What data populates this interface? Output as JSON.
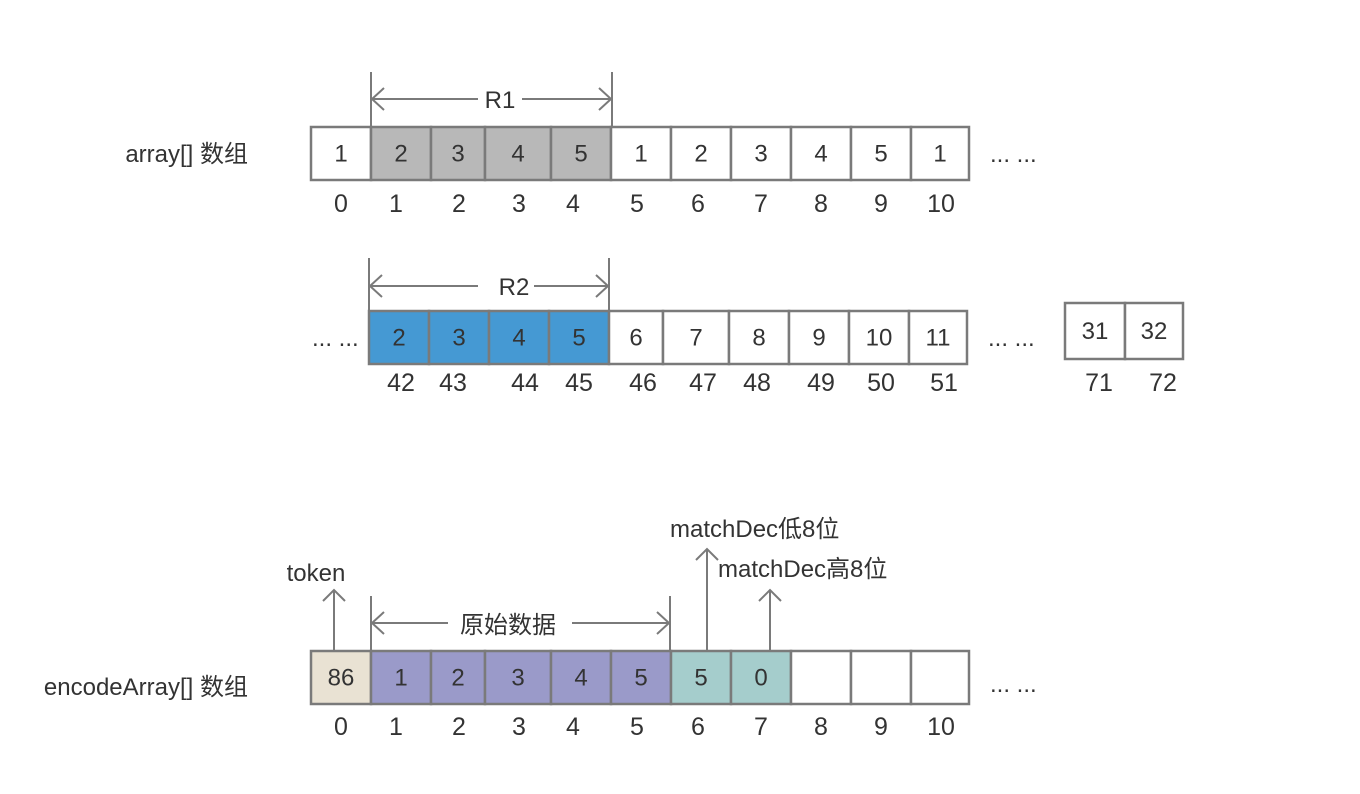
{
  "colors": {
    "white": "#ffffff",
    "gray": "#b8b8b8",
    "blue": "#4599d3",
    "beige": "#e9e2d3",
    "purple": "#9a9ac9",
    "teal": "#a5cdcc",
    "border": "#7a7a7a",
    "text": "#333333"
  },
  "row1": {
    "label": "array[] 数组",
    "range_label": "R1",
    "cells": [
      {
        "value": "1",
        "index": "0",
        "color": "white"
      },
      {
        "value": "2",
        "index": "1",
        "color": "gray"
      },
      {
        "value": "3",
        "index": "2",
        "color": "gray"
      },
      {
        "value": "4",
        "index": "3",
        "color": "gray"
      },
      {
        "value": "5",
        "index": "4",
        "color": "gray"
      },
      {
        "value": "1",
        "index": "5",
        "color": "white"
      },
      {
        "value": "2",
        "index": "6",
        "color": "white"
      },
      {
        "value": "3",
        "index": "7",
        "color": "white"
      },
      {
        "value": "4",
        "index": "8",
        "color": "white"
      },
      {
        "value": "5",
        "index": "9",
        "color": "white"
      },
      {
        "value": "1",
        "index": "10",
        "color": "white"
      }
    ],
    "ellipsis": "... ..."
  },
  "row2": {
    "leading_ellipsis": "... ...",
    "range_label": "R2",
    "cells": [
      {
        "value": "2",
        "index": "42",
        "color": "blue"
      },
      {
        "value": "3",
        "index": "43",
        "color": "blue"
      },
      {
        "value": "4",
        "index": "44",
        "color": "blue"
      },
      {
        "value": "5",
        "index": "45",
        "color": "blue"
      },
      {
        "value": "6",
        "index": "46",
        "color": "white"
      },
      {
        "value": "7",
        "index": "47",
        "color": "white"
      },
      {
        "value": "8",
        "index": "48",
        "color": "white"
      },
      {
        "value": "9",
        "index": "49",
        "color": "white"
      },
      {
        "value": "10",
        "index": "50",
        "color": "white"
      },
      {
        "value": "11",
        "index": "51",
        "color": "white"
      }
    ],
    "ellipsis": "... ...",
    "tail_cells": [
      {
        "value": "31",
        "index": "71",
        "color": "white"
      },
      {
        "value": "32",
        "index": "72",
        "color": "white"
      }
    ]
  },
  "row3": {
    "label": "encodeArray[] 数组",
    "token_label": "token",
    "range_label": "原始数据",
    "match_low_label": "matchDec低8位",
    "match_high_label": "matchDec高8位",
    "cells": [
      {
        "value": "86",
        "index": "0",
        "color": "beige"
      },
      {
        "value": "1",
        "index": "1",
        "color": "purple"
      },
      {
        "value": "2",
        "index": "2",
        "color": "purple"
      },
      {
        "value": "3",
        "index": "3",
        "color": "purple"
      },
      {
        "value": "4",
        "index": "4",
        "color": "purple"
      },
      {
        "value": "5",
        "index": "5",
        "color": "purple"
      },
      {
        "value": "5",
        "index": "6",
        "color": "teal"
      },
      {
        "value": "0",
        "index": "7",
        "color": "teal"
      },
      {
        "value": "",
        "index": "8",
        "color": "white"
      },
      {
        "value": "",
        "index": "9",
        "color": "white"
      },
      {
        "value": "",
        "index": "10",
        "color": "white"
      }
    ],
    "ellipsis": "... ..."
  }
}
